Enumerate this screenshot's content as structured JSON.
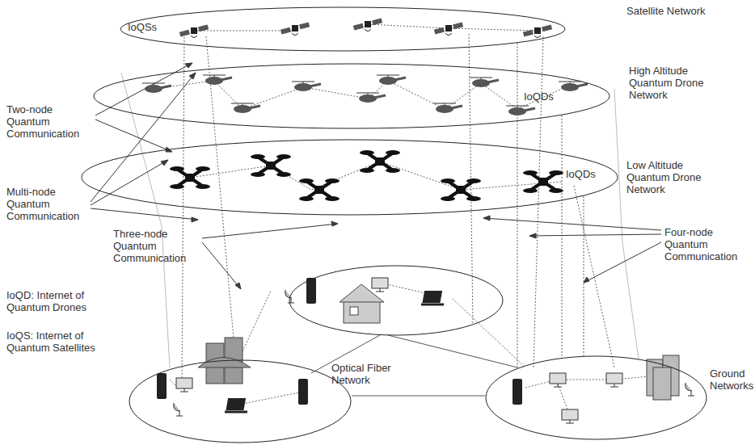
{
  "diagram": {
    "nodes": [
      {
        "text": [
          "IoQSs",
          "Satellite Network"
        ]
      },
      {
        "text": [
          "IoQDs",
          "High Altitude Quantum Drone Network"
        ]
      },
      {
        "text": [
          "IoQDs",
          "Low Altitude Quantum Drone Network"
        ]
      },
      {
        "text": [
          "Ground Networks"
        ]
      }
    ],
    "edges": [
      {
        "from": 0,
        "to": 3,
        "arrow": "none"
      },
      {
        "from": 1,
        "to": 3,
        "arrow": "none"
      },
      {
        "from": 2,
        "to": 3,
        "arrow": "none"
      }
    ],
    "labels": [
      "Two-node Quantum Communication",
      "Multi-node Quantum Communication",
      "Three-node Quantum Communication",
      "Four-node Quantum Communication",
      "IoQD: Internet of Quantum Drones",
      "IoQS: Internet of Quantum Satellites",
      "Optical Fiber Network"
    ]
  }
}
